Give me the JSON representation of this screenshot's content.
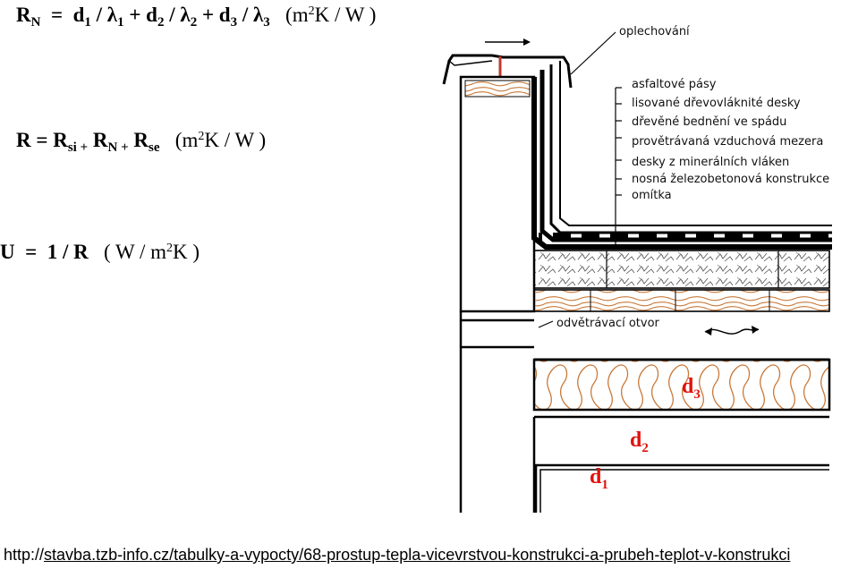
{
  "equations": {
    "rn": {
      "lhs": "R",
      "lhs_sub": "N",
      "body_parts": [
        "d",
        "1",
        " / λ",
        "1",
        " + d",
        "2",
        " / λ",
        "2",
        " + d",
        "3",
        " / λ",
        "3"
      ],
      "unit_prefix": "(m",
      "unit_sup": "2",
      "unit_suffix": "K / W )"
    },
    "r": {
      "lhs": "R",
      "eq": "= R",
      "sub1": "si +",
      "mid": " R",
      "sub2": "N +",
      "mid2": " R",
      "sub3": "se",
      "unit_prefix": "(m",
      "unit_sup": "2",
      "unit_suffix": "K / W )"
    },
    "u": {
      "text": "U  =  1 / R",
      "unit_prefix": "( W / m",
      "unit_sup": "2",
      "unit_suffix": "K )"
    }
  },
  "diagram": {
    "labels": [
      "oplechování",
      "asfaltové pásy",
      "lisované dřevovláknité desky",
      "dřevěné bednění ve spádu",
      "provětrávaná vzduchová mezera",
      "desky z minerálních vláken",
      "nosná železobetonová konstrukce",
      "omítka"
    ],
    "vent_label": "odvětrávací otvor",
    "thickness_labels": [
      {
        "d": "d",
        "sub": "3"
      },
      {
        "d": "d",
        "sub": "2"
      },
      {
        "d": "d",
        "sub": "1"
      }
    ]
  },
  "source": {
    "prefix": "http://",
    "link": "stavba.tzb-info.cz/tabulky-a-vypocty/68-prostup-tepla-vicevrstvou-konstrukci-a-prubeh-teplot-v-konstrukci"
  },
  "colors": {
    "thickness_label": "#e0120c",
    "wood": "#c8793a"
  }
}
